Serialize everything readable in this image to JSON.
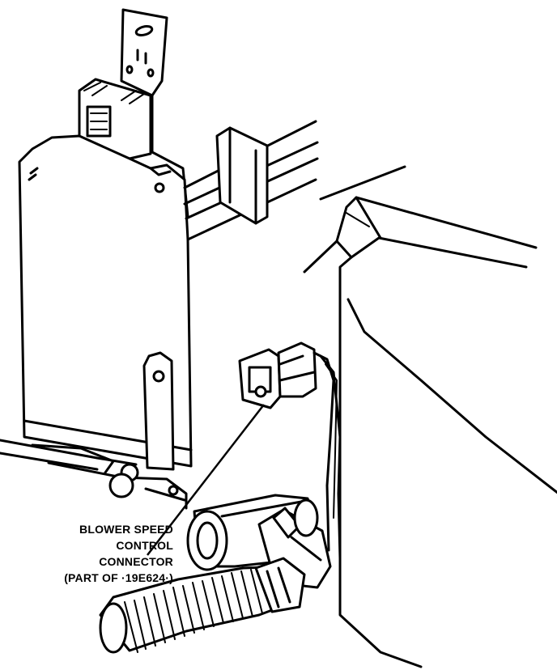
{
  "callout": {
    "line1": "BLOWER SPEED",
    "line2": "CONTROL",
    "line3": "CONNECTOR",
    "line4": "(PART OF ·19E624·)"
  },
  "colors": {
    "ink": "#000000",
    "paper": "#ffffff"
  }
}
